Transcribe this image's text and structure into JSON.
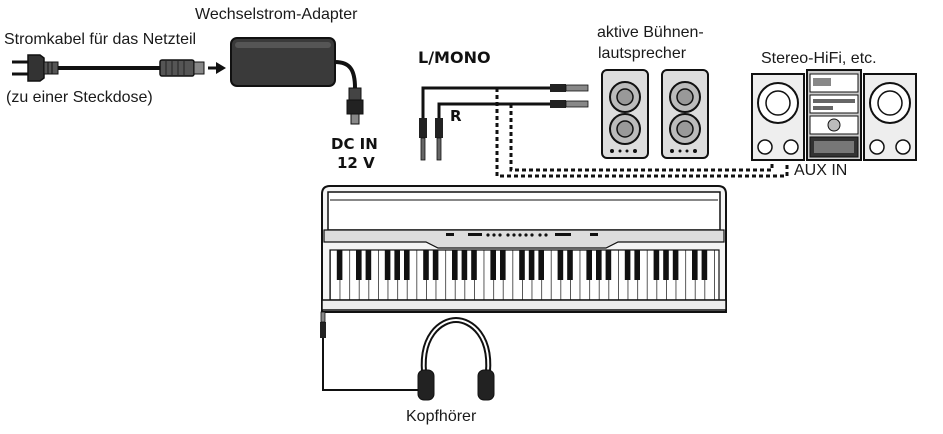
{
  "labels": {
    "adapter": "Wechselstrom-Adapter",
    "power_cable": "Stromkabel für das Netzteil",
    "outlet": "(zu einer Steckdose)",
    "dc_in_1": "DC IN",
    "dc_in_2": "12 V",
    "l_mono": "L/MONO",
    "r": "R",
    "speakers_1": "aktive Bühnen-",
    "speakers_2": "lautsprecher",
    "stereo": "Stereo-HiFi, etc.",
    "aux_in": "AUX IN",
    "headphones": "Kopfhörer"
  },
  "icons": [
    "power-plug-icon",
    "ac-adapter-icon",
    "dc-plug-icon",
    "jack-plug-icon",
    "stage-speaker-icon",
    "hifi-system-icon",
    "digital-piano-icon",
    "headphones-icon"
  ]
}
